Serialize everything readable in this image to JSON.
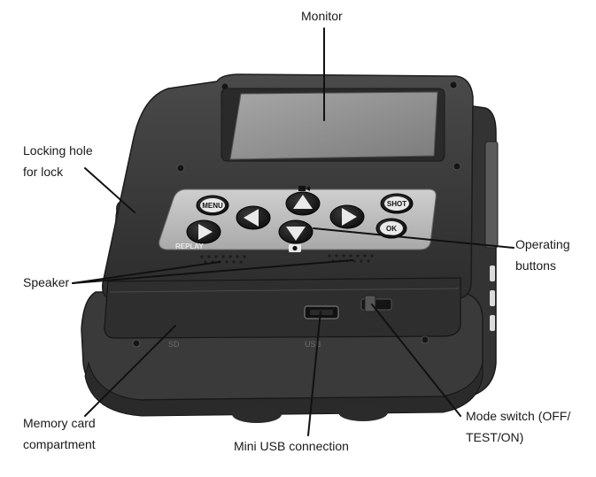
{
  "labels": {
    "monitor": "Monitor",
    "locking_hole": [
      "Locking hole",
      "for lock"
    ],
    "operating_buttons": [
      "Operating",
      "buttons"
    ],
    "speaker": "Speaker",
    "memory_card": [
      "Memory card",
      "compartment"
    ],
    "mini_usb": "Mini USB connection",
    "mode_switch": [
      "Mode switch (OFF/",
      "TEST/ON)"
    ]
  },
  "buttons": {
    "menu": "MENU",
    "shot": "SHOT",
    "ok": "OK",
    "replay": "REPLAY"
  },
  "housing": {
    "sd": "SD",
    "usb": "USB"
  },
  "colors": {
    "body": "#3e3e3e",
    "body_dark": "#262626",
    "panel": "#2f2f2f",
    "screen": "#8f8f8f",
    "keypad": "#bdbdbd",
    "button": "#1c1c1c",
    "leader": "#111111"
  }
}
